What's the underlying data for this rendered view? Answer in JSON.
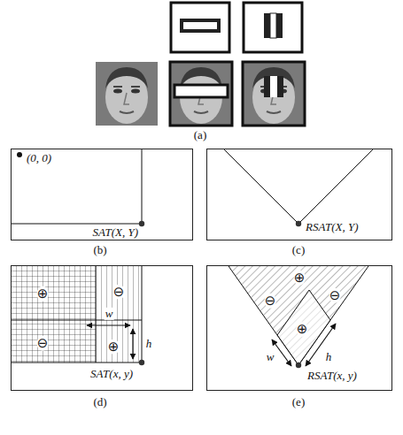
{
  "diagram": {
    "nodes": [
      {
        "text": [
          "(0, 0)",
          "SAT(X, Y)"
        ]
      },
      {
        "text": [
          "RSAT(X, Y)"
        ]
      },
      {
        "text": [
          "⊕",
          "⊖",
          "⊖",
          "⊕",
          "w",
          "h",
          "SAT(x, y)"
        ]
      },
      {
        "text": [
          "⊕",
          "⊖",
          "⊖",
          "⊕",
          "w",
          "h",
          "RSAT(x, y)"
        ]
      }
    ],
    "labels": [
      "(a)",
      "(b)",
      "(c)",
      "(d)",
      "(e)"
    ]
  }
}
